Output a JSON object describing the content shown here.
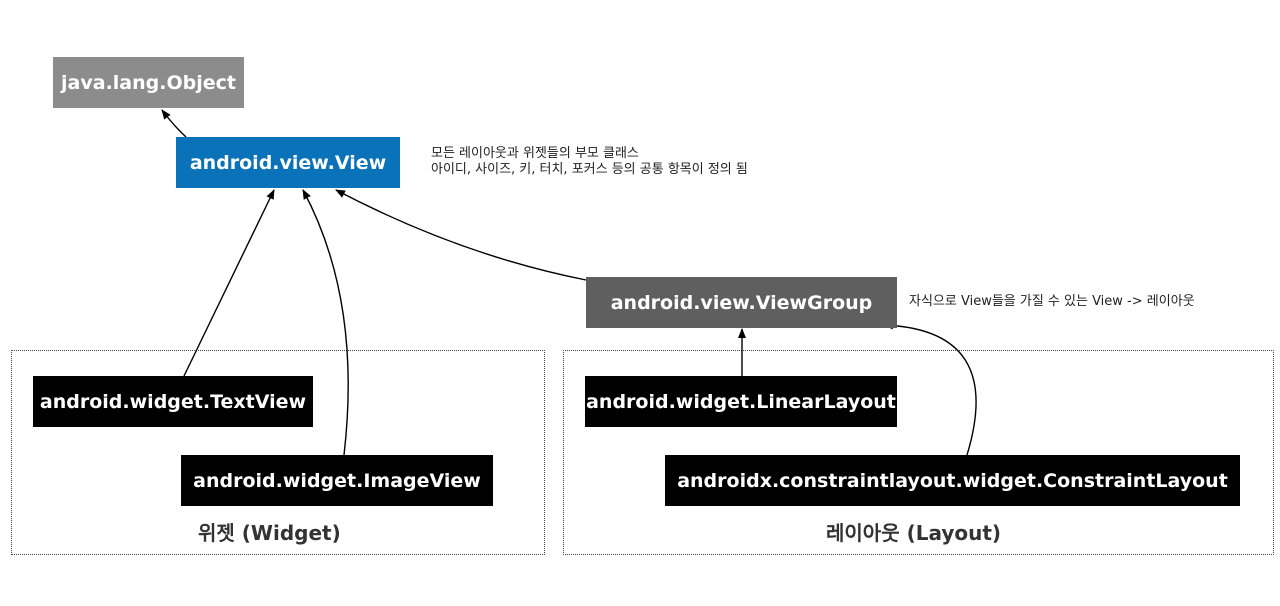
{
  "nodes": {
    "object": {
      "label": "java.lang.Object",
      "color": "#8c8c8c"
    },
    "view": {
      "label": "android.view.View",
      "color": "#0a72b8"
    },
    "viewgroup": {
      "label": "android.view.ViewGroup",
      "color": "#5f5f5f"
    },
    "textview": {
      "label": "android.widget.TextView",
      "color": "#000000"
    },
    "imageview": {
      "label": "android.widget.ImageView",
      "color": "#000000"
    },
    "linearlayout": {
      "label": "android.widget.LinearLayout",
      "color": "#000000"
    },
    "constraintlayout": {
      "label": "androidx.constraintlayout.widget.ConstraintLayout",
      "color": "#000000"
    }
  },
  "notes": {
    "view_line1": "모든 레이아웃과 위젯들의 부모 클래스",
    "view_line2": "아이디, 사이즈, 키, 터치, 포커스 등의 공통 항목이 정의 됨",
    "viewgroup": "자식으로 View들을 가질 수 있는 View -> 레이아웃"
  },
  "groups": {
    "widget": {
      "label": "위젯 (Widget)"
    },
    "layout": {
      "label": "레이아웃 (Layout)"
    }
  },
  "edges": [
    {
      "from": "view",
      "to": "object"
    },
    {
      "from": "textview",
      "to": "view"
    },
    {
      "from": "imageview",
      "to": "view"
    },
    {
      "from": "viewgroup",
      "to": "view"
    },
    {
      "from": "linearlayout",
      "to": "viewgroup"
    },
    {
      "from": "constraintlayout",
      "to": "viewgroup"
    }
  ]
}
